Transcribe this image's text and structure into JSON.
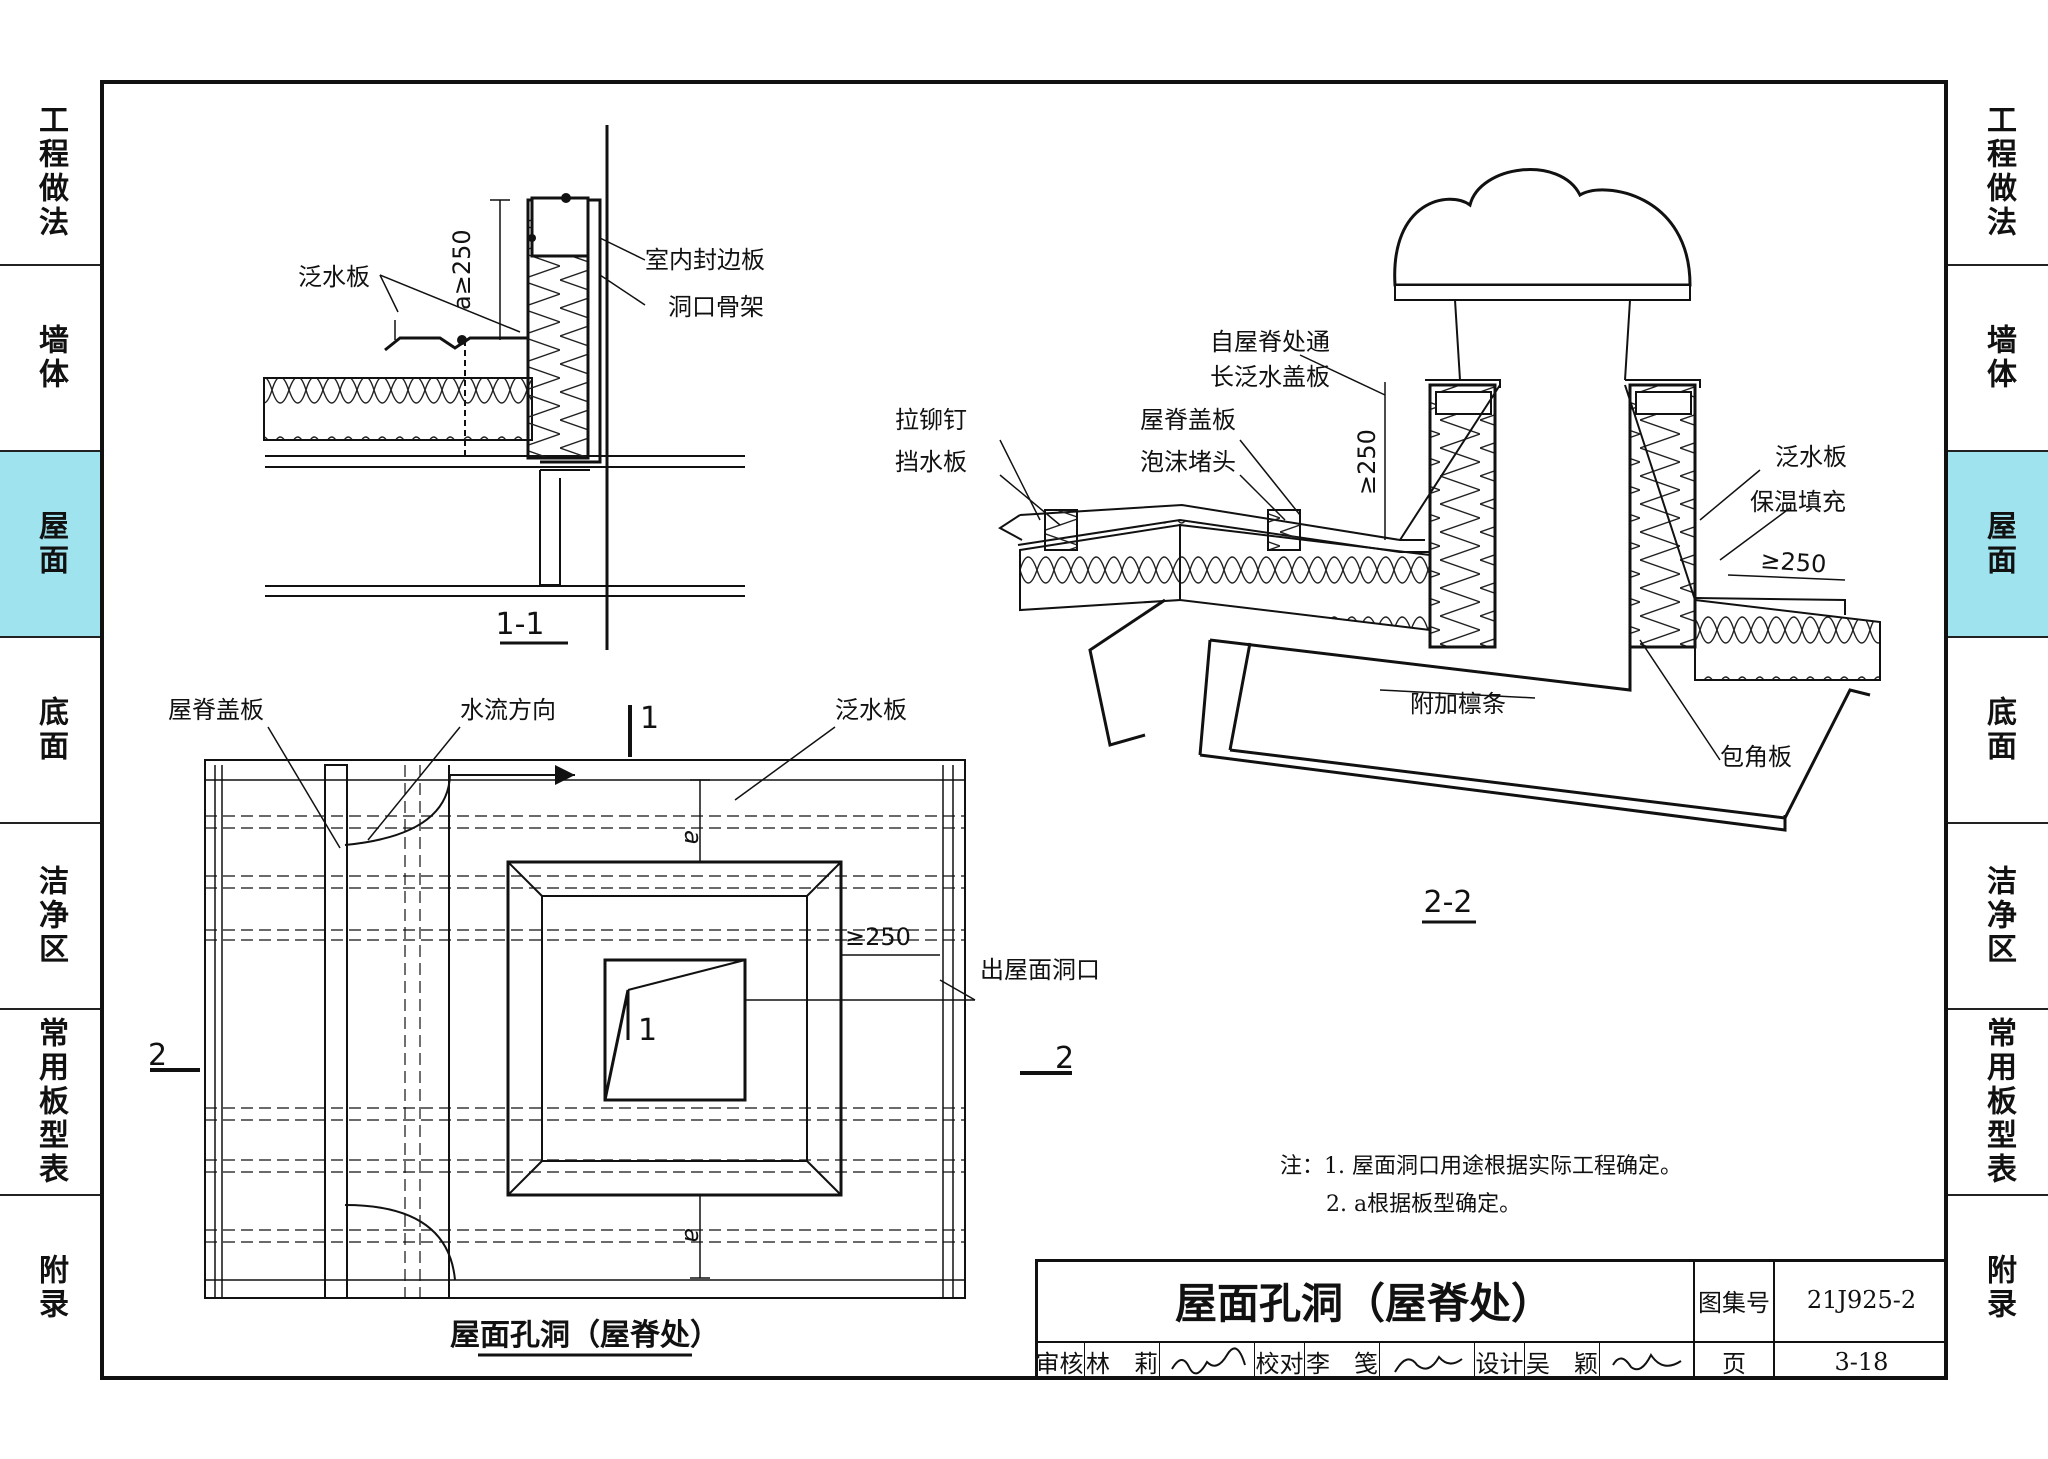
{
  "sidebar": {
    "items": [
      {
        "label": "工程做法"
      },
      {
        "label": "墙体"
      },
      {
        "label": "屋面"
      },
      {
        "label": "底面"
      },
      {
        "label": "洁净区"
      },
      {
        "label": "常用板型表"
      },
      {
        "label": "附录"
      }
    ],
    "active_index": 2,
    "active_color": "#9fe3ef"
  },
  "detail_1_1": {
    "labels": {
      "flashing": "泛水板",
      "dimension": "a≥250",
      "inner_trim": "室内封边板",
      "opening_frame": "洞口骨架"
    },
    "section_mark": "1-1"
  },
  "detail_2_2": {
    "labels": {
      "ridge_flashing_1": "自屋脊处通",
      "ridge_flashing_2": "长泛水盖板",
      "rivet": "拉铆钉",
      "water_stop": "挡水板",
      "ridge_cap": "屋脊盖板",
      "foam_plug": "泡沫堵头",
      "dim_250_vertical": "≥250",
      "flashing": "泛水板",
      "insulation_fill": "保温填充",
      "dim_250_horizontal": "≥250",
      "extra_purlin": "附加檩条",
      "corner_trim": "包角板"
    },
    "section_mark": "2-2"
  },
  "plan": {
    "labels": {
      "ridge_cap": "屋脊盖板",
      "flow_direction": "水流方向",
      "flashing": "泛水板",
      "dim_250": "≥250",
      "opening": "出屋面洞口",
      "dim_a_top": "a",
      "dim_a_bottom": "a"
    },
    "section_cut_1": "1",
    "section_cut_2": "2",
    "title": "屋面孔洞（屋脊处）"
  },
  "notes": {
    "heading": "注：",
    "items": [
      "1. 屋面洞口用途根据实际工程确定。",
      "2. a根据板型确定。"
    ]
  },
  "title_block": {
    "title": "屋面孔洞（屋脊处）",
    "atlas_label": "图集号",
    "atlas_no": "21J925-2",
    "review_label": "审核",
    "reviewer": "林　莉",
    "check_label": "校对",
    "checker": "李　笺",
    "design_label": "设计",
    "designer": "吴　颖",
    "page_label": "页",
    "page_no": "3-18"
  }
}
